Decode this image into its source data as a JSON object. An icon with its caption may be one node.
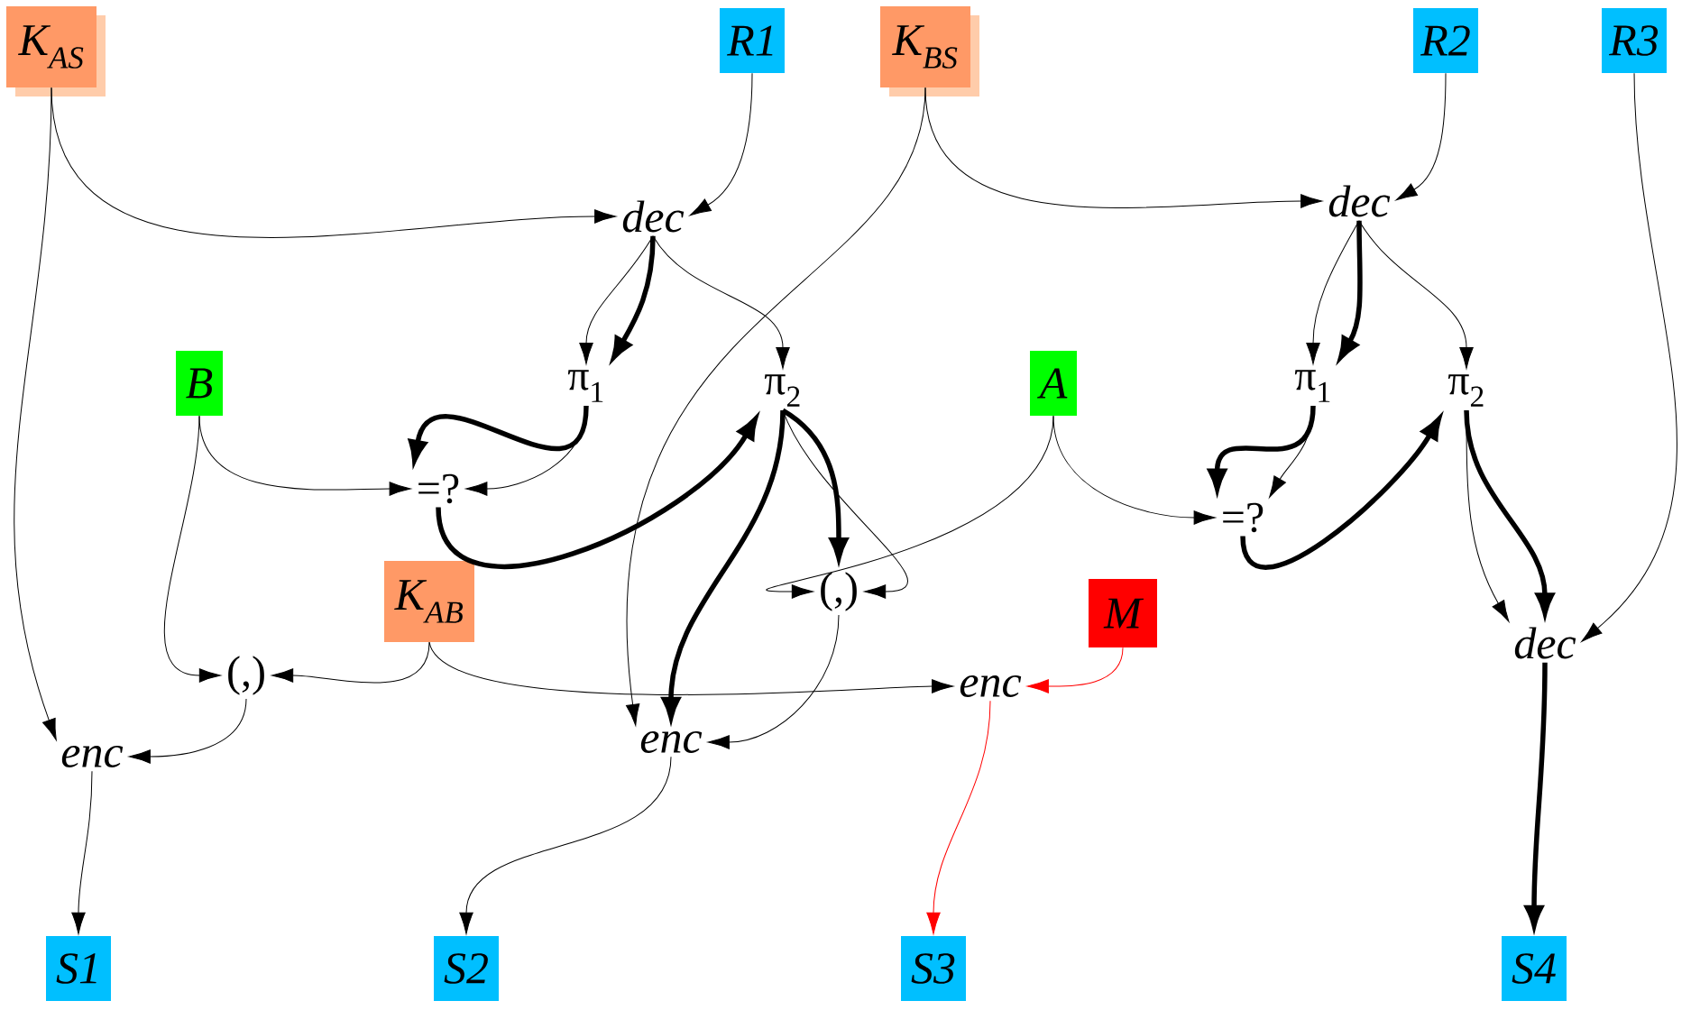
{
  "diagram": {
    "nodes": [
      {
        "text": [
          "K$_{AS}$"
        ]
      },
      {
        "text": [
          "R1"
        ]
      },
      {
        "text": [
          "K$_{BS}$"
        ]
      },
      {
        "text": [
          "R2"
        ]
      },
      {
        "text": [
          "R3"
        ]
      },
      {
        "text": [
          "dec"
        ]
      },
      {
        "text": [
          "dec"
        ]
      },
      {
        "text": [
          "π$_{1}$"
        ]
      },
      {
        "text": [
          "π$_{2}$"
        ]
      },
      {
        "text": [
          "B"
        ]
      },
      {
        "text": [
          "A"
        ]
      },
      {
        "text": [
          "π$_{1}$"
        ]
      },
      {
        "text": [
          "π$_{2}$"
        ]
      },
      {
        "text": [
          "=?"
        ]
      },
      {
        "text": [
          "=?"
        ]
      },
      {
        "text": [
          "(,)"
        ]
      },
      {
        "text": [
          "K$_{AB}$"
        ]
      },
      {
        "text": [
          "M"
        ]
      },
      {
        "text": [
          "(,)"
        ]
      },
      {
        "text": [
          "dec"
        ]
      },
      {
        "text": [
          "enc"
        ]
      },
      {
        "text": [
          "enc"
        ]
      },
      {
        "text": [
          "enc"
        ]
      },
      {
        "text": [
          "S1"
        ]
      },
      {
        "text": [
          "S2"
        ]
      },
      {
        "text": [
          "S3"
        ]
      },
      {
        "text": [
          "S4"
        ]
      }
    ],
    "edges": [
      {
        "from": 0,
        "to": 5,
        "arrow": "to"
      },
      {
        "from": 0,
        "to": 21,
        "arrow": "to"
      },
      {
        "from": 1,
        "to": 5,
        "arrow": "to"
      },
      {
        "from": 2,
        "to": 6,
        "arrow": "to"
      },
      {
        "from": 2,
        "to": 22,
        "arrow": "to"
      },
      {
        "from": 3,
        "to": 6,
        "arrow": "to"
      },
      {
        "from": 4,
        "to": 19,
        "arrow": "to"
      },
      {
        "from": 5,
        "to": 7,
        "arrow": "to"
      },
      {
        "from": 5,
        "to": 7,
        "arrow": "to",
        "style": "thick"
      },
      {
        "from": 5,
        "to": 8,
        "arrow": "to"
      },
      {
        "from": 7,
        "to": 13,
        "arrow": "to",
        "style": "thick"
      },
      {
        "from": 7,
        "to": 13,
        "arrow": "to"
      },
      {
        "from": 9,
        "to": 13,
        "arrow": "to"
      },
      {
        "from": 9,
        "to": 18,
        "arrow": "to"
      },
      {
        "from": 13,
        "to": 8,
        "arrow": "to",
        "style": "thick"
      },
      {
        "from": 8,
        "to": 22,
        "arrow": "to",
        "style": "thick"
      },
      {
        "from": 8,
        "to": 15,
        "arrow": "to",
        "style": "thick"
      },
      {
        "from": 8,
        "to": 15,
        "arrow": "to"
      },
      {
        "from": 10,
        "to": 15,
        "arrow": "to"
      },
      {
        "from": 10,
        "to": 14,
        "arrow": "to"
      },
      {
        "from": 6,
        "to": 11,
        "arrow": "to"
      },
      {
        "from": 6,
        "to": 11,
        "arrow": "to",
        "style": "thick"
      },
      {
        "from": 6,
        "to": 12,
        "arrow": "to"
      },
      {
        "from": 11,
        "to": 14,
        "arrow": "to",
        "style": "thick"
      },
      {
        "from": 11,
        "to": 14,
        "arrow": "to"
      },
      {
        "from": 14,
        "to": 12,
        "arrow": "to",
        "style": "thick"
      },
      {
        "from": 12,
        "to": 19,
        "arrow": "to",
        "style": "thick"
      },
      {
        "from": 12,
        "to": 19,
        "arrow": "to"
      },
      {
        "from": 19,
        "to": 26,
        "arrow": "to",
        "style": "thick"
      },
      {
        "from": 16,
        "to": 18,
        "arrow": "to"
      },
      {
        "from": 16,
        "to": 20,
        "arrow": "to"
      },
      {
        "from": 15,
        "to": 22,
        "arrow": "to"
      },
      {
        "from": 18,
        "to": 21,
        "arrow": "to"
      },
      {
        "from": 17,
        "to": 20,
        "arrow": "to",
        "color": "#ff0000"
      },
      {
        "from": 20,
        "to": 25,
        "arrow": "to",
        "color": "#ff0000"
      },
      {
        "from": 21,
        "to": 23,
        "arrow": "to"
      },
      {
        "from": 22,
        "to": 24,
        "arrow": "to"
      }
    ]
  }
}
